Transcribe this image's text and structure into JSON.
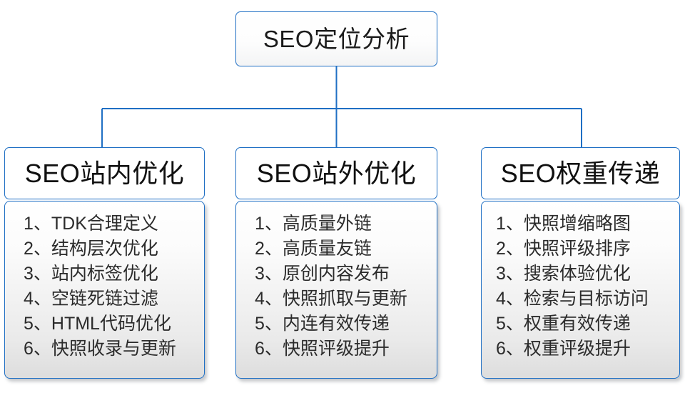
{
  "diagram": {
    "type": "org-tree",
    "colors": {
      "border": "#1f6fc4",
      "connector": "#1f6fc4",
      "text": "#1a1a1a",
      "list_text": "#2b2b2b",
      "background": "#ffffff"
    },
    "root": {
      "title": "SEO定位分析"
    },
    "branches": [
      {
        "header": "SEO站内优化",
        "items": [
          "1、TDK合理定义",
          "2、结构层次优化",
          "3、站内标签优化",
          "4、空链死链过滤",
          "5、HTML代码优化",
          "6、快照收录与更新"
        ]
      },
      {
        "header": "SEO站外优化",
        "items": [
          "1、高质量外链",
          "2、高质量友链",
          "3、原创内容发布",
          "4、快照抓取与更新",
          "5、内连有效传递",
          "6、快照评级提升"
        ]
      },
      {
        "header": "SEO权重传递",
        "items": [
          "1、快照增缩略图",
          "2、快照评级排序",
          "3、搜索体验优化",
          "4、检索与目标访问",
          "5、权重有效传递",
          "6、权重评级提升"
        ]
      }
    ]
  }
}
